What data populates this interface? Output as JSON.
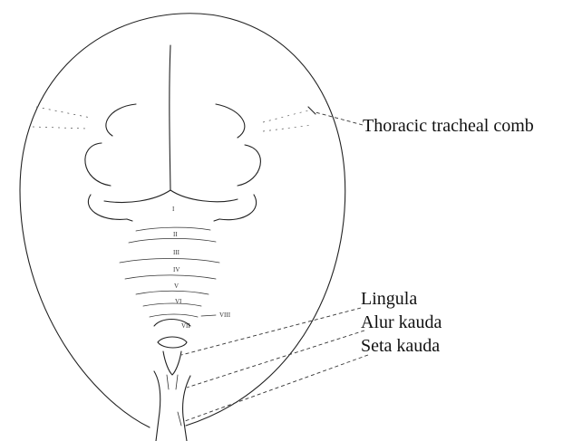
{
  "labels": {
    "thoracic_comb": "Thoracic tracheal comb",
    "lingula": "Lingula",
    "alur_kauda": "Alur kauda",
    "seta_kauda": "Seta kauda"
  },
  "segment_numerals": [
    "I",
    "II",
    "III",
    "IV",
    "V",
    "VI",
    "VII",
    "VIII"
  ],
  "colors": {
    "ink": "#222222",
    "background": "#ffffff"
  }
}
